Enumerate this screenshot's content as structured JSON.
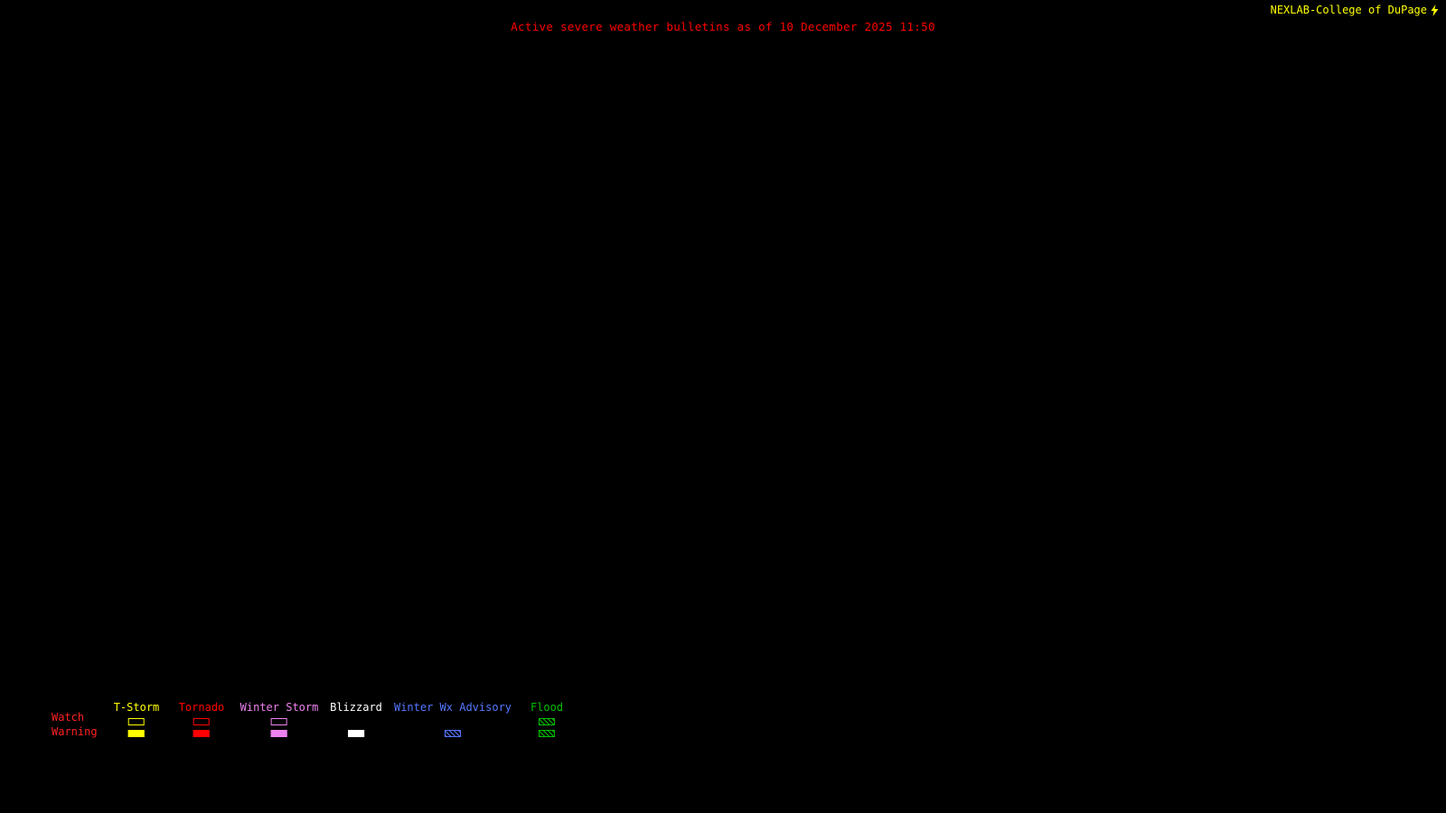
{
  "header": {
    "brand": "NEXLAB-College of DuPage",
    "brand_color": "#ffff00",
    "title": "Active severe weather bulletins as of 10 December 2025 11:50",
    "title_color": "#ff0000"
  },
  "map": {
    "background_color": "#000000",
    "content": "empty"
  },
  "legend": {
    "watch_label": "Watch",
    "warning_label": "Warning",
    "watch_label_color": "#ff2222",
    "warning_label_color": "#ff2222",
    "categories": [
      {
        "label": "T-Storm",
        "color": "#ffff00",
        "watch_style": "outline",
        "warning_style": "filled"
      },
      {
        "label": "Tornado",
        "color": "#ff0000",
        "watch_style": "outline",
        "warning_style": "filled"
      },
      {
        "label": "Winter Storm",
        "color": "#ee82ee",
        "watch_style": "outline",
        "warning_style": "filled"
      },
      {
        "label": "Blizzard",
        "color": "#ffffff",
        "watch_style": "none",
        "warning_style": "filled"
      },
      {
        "label": "Winter Wx Advisory",
        "color": "#5577ff",
        "watch_style": "none",
        "warning_style": "hatched"
      },
      {
        "label": "Flood",
        "color": "#00c000",
        "watch_style": "hatched",
        "warning_style": "hatched"
      }
    ]
  }
}
